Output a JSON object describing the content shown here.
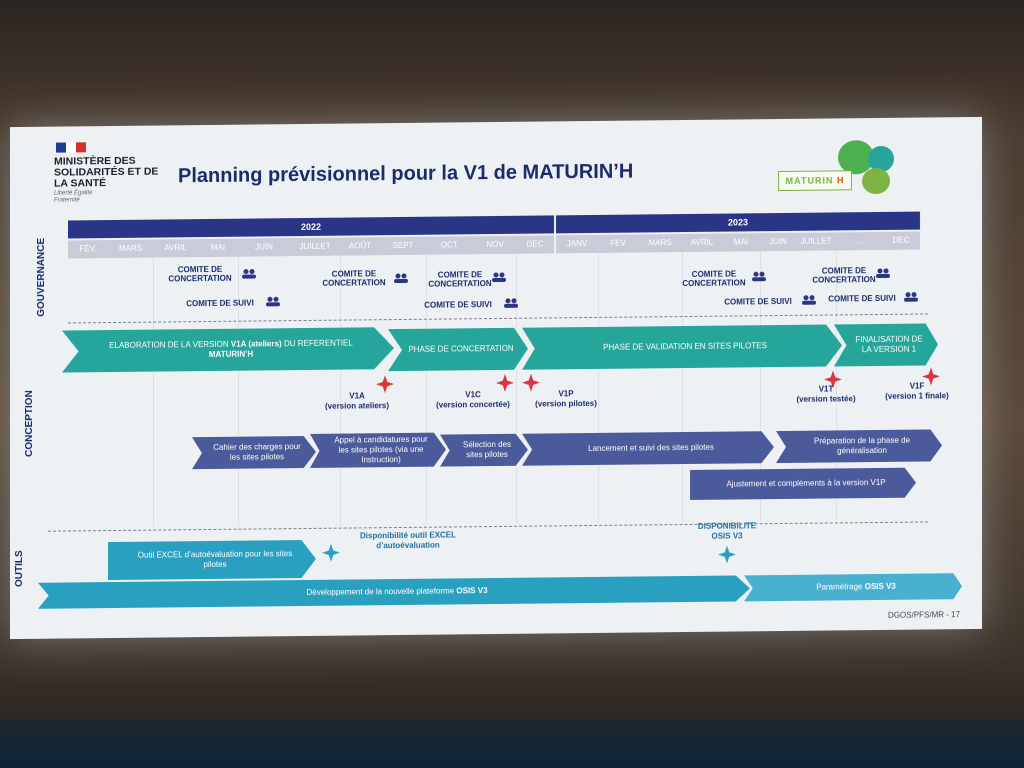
{
  "ministry": {
    "name": "MINISTÈRE DES SOLIDARITÉS ET DE LA SANTÉ",
    "motto": "Liberté Égalité Fraternité"
  },
  "title": "Planning prévisionnel pour la V1 de MATURIN’H",
  "logo": {
    "text": "MATURIN",
    "h": "H"
  },
  "years": [
    "2022",
    "2023"
  ],
  "months": [
    "FÉV.",
    "MARS",
    "AVRIL",
    "MAI",
    "JUIN",
    "JUILLET",
    "AOÛT",
    "SEPT",
    "OCT.",
    "NOV",
    "DEC",
    "JANV",
    "FEV",
    "MARS",
    "AVRIL",
    "MAI",
    "JUIN",
    "JUILLET",
    "...",
    "DEC"
  ],
  "sections": {
    "gouvernance": "GOUVERNANCE",
    "conception": "CONCEPTION",
    "outils": "OUTILS"
  },
  "gouvernance": {
    "concertation": "COMITE DE CONCERTATION",
    "suivi": "COMITE DE SUIVI"
  },
  "phases": {
    "elaboration_a": "ELABORATION DE LA VERSION",
    "elaboration_b": "V1A (ateliers)",
    "elaboration_c": "DU REFERENTIEL",
    "elaboration_d": "MATURIN’H",
    "concertation": "PHASE DE CONCERTATION",
    "validation": "PHASE DE VALIDATION EN SITES PILOTES",
    "finalisation": "FINALISATION DE LA VERSION 1"
  },
  "milestones": {
    "v1a": "V1A",
    "v1a_sub": "(version ateliers)",
    "v1c": "V1C",
    "v1c_sub": "(version concertée)",
    "v1p": "V1P",
    "v1p_sub": "(version pilotes)",
    "v1t": "V1T",
    "v1t_sub": "(version testée)",
    "v1f": "V1F",
    "v1f_sub": "(version 1 finale)"
  },
  "tasks": {
    "cahier": "Cahier des charges pour les sites pilotes",
    "appel": "Appel à candidatures pour les sites pilotes (via une Instruction)",
    "selection": "Sélection des sites pilotes",
    "lancement": "Lancement et suivi des sites pilotes",
    "preparation": "Préparation de la phase de généralisation",
    "ajustement": "Ajustement et compléments à la version V1P"
  },
  "outils": {
    "excel_tool": "Outil EXCEL d’autoévaluation pour les sites pilotes",
    "excel_dispo_a": "Disponibilité outil EXCEL",
    "excel_dispo_b": "d’autoévaluation",
    "osis_dispo_a": "DISPONIBILITE",
    "osis_dispo_b": "OSIS V3",
    "dev_a": "Développement de la nouvelle plateforme",
    "dev_b": "OSIS V3",
    "param_a": "Paramétrage",
    "param_b": "OSIS V3"
  },
  "footer": "DGOS/PFS/MR - 17",
  "colors": {
    "navy": "#2b3585",
    "teal": "#26a59a",
    "blue": "#4a5a9a",
    "cyan": "#2aa0c0",
    "milestone_red": "#d9363e",
    "milestone_cyan": "#2aa0c0"
  }
}
